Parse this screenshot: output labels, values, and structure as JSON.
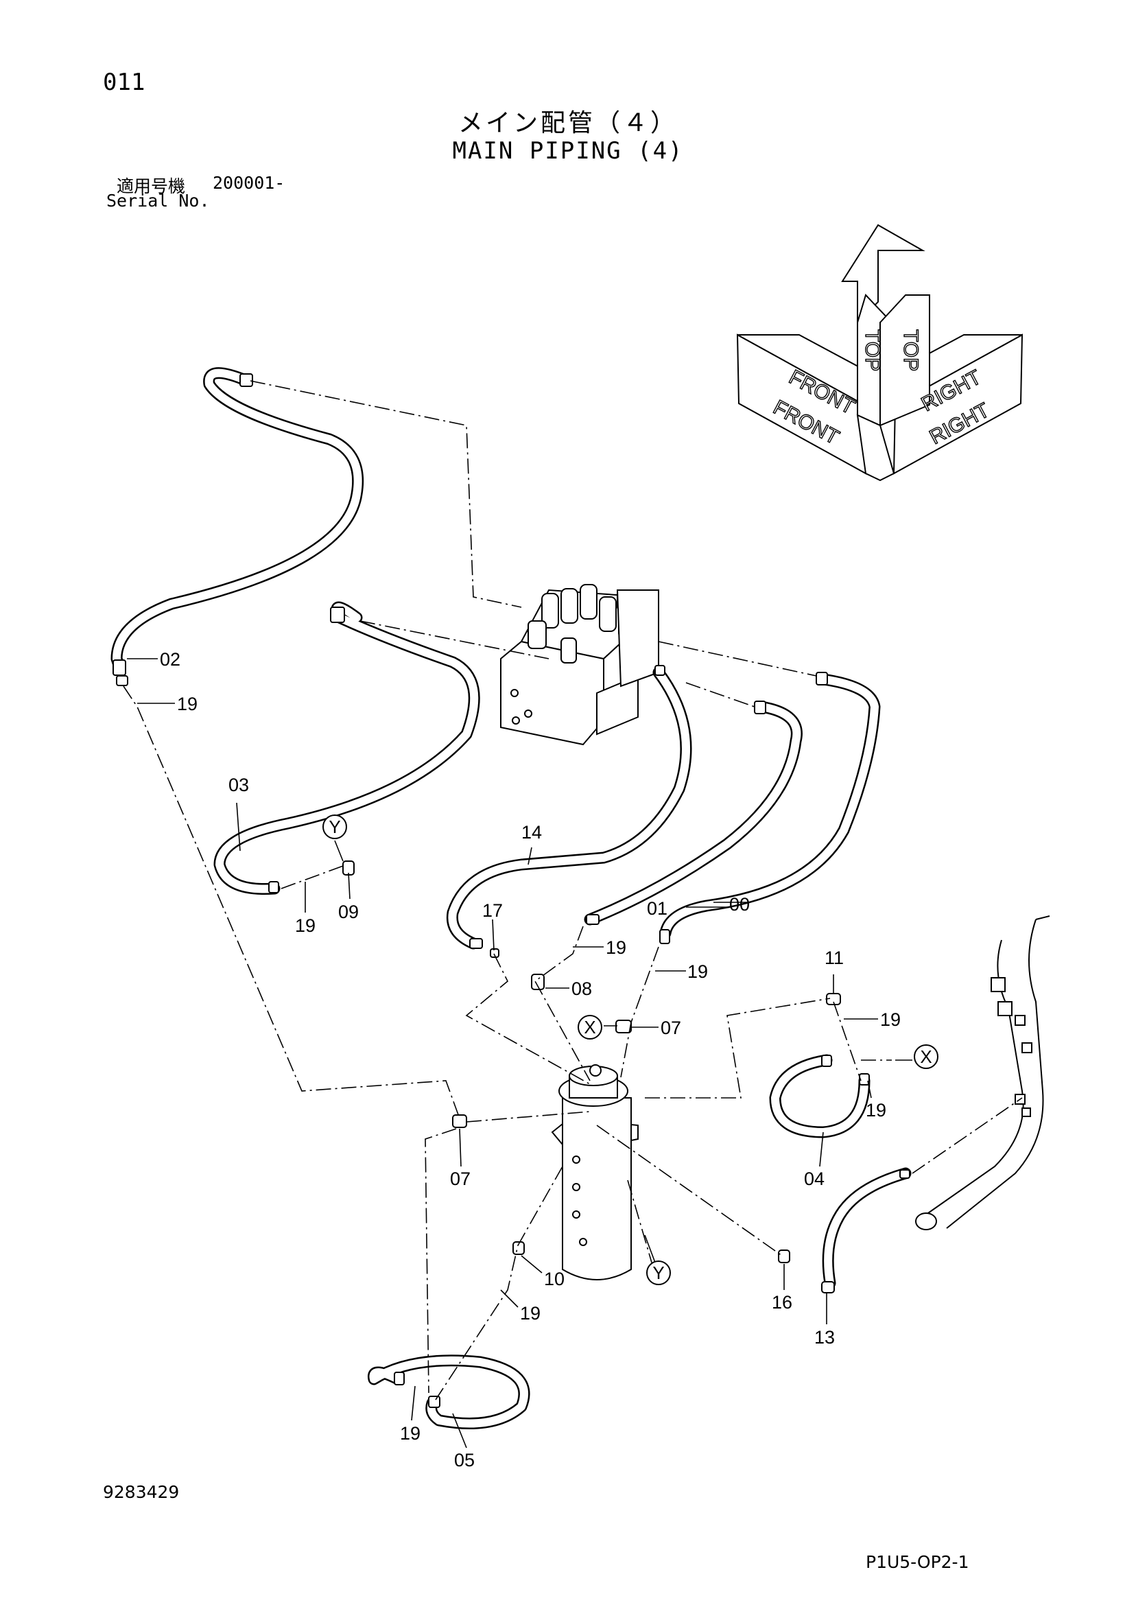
{
  "header": {
    "page_number": "011",
    "title_jp": "メイン配管（４）",
    "title_en": "MAIN PIPING (4)",
    "serial_label_jp": "適用号機",
    "serial_value": "200001-",
    "serial_label_en": "Serial No."
  },
  "orientation": {
    "top": "TOP",
    "front": "FRONT",
    "right": "RIGHT"
  },
  "callouts": {
    "c00": "00",
    "c01": "01",
    "c02": "02",
    "c03": "03",
    "c04": "04",
    "c05": "05",
    "c07a": "07",
    "c07b": "07",
    "c08": "08",
    "c09": "09",
    "c10": "10",
    "c11": "11",
    "c13": "13",
    "c14": "14",
    "c16": "16",
    "c17": "17",
    "c19a": "19",
    "c19b": "19",
    "c19c": "19",
    "c19d": "19",
    "c19e": "19",
    "c19f": "19",
    "c19g": "19",
    "c19h": "19"
  },
  "connection_marks": {
    "x1": "X",
    "x2": "X",
    "y1": "Y",
    "y2": "Y"
  },
  "footer": {
    "drawing_number": "9283429",
    "sheet_code": "P1U5-OP2-1"
  }
}
